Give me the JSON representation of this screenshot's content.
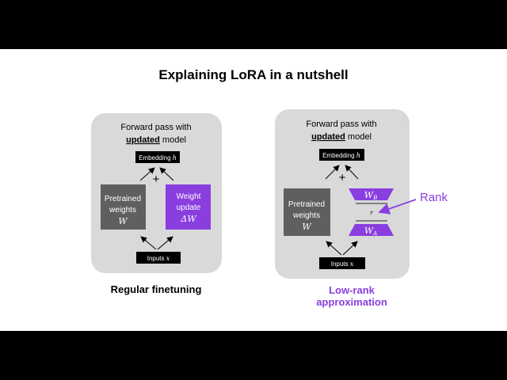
{
  "title": "Explaining LoRA in a nutshell",
  "colors": {
    "accent": "#8a3ee0",
    "panel": "#d9d9d9",
    "dark_box": "#5f5f5f"
  },
  "left": {
    "heading_line1": "Forward pass with",
    "heading_bold": "updated",
    "heading_rest": " model",
    "embedding": "Embedding ",
    "embedding_var": "h",
    "plus": "+",
    "pretrained_l1": "Pretrained",
    "pretrained_l2": "weights",
    "pretrained_var": "W",
    "update_l1": "Weight",
    "update_l2": "update",
    "update_var": "ΔW",
    "inputs": "Inputs ",
    "inputs_var": "x",
    "caption": "Regular finetuning"
  },
  "right": {
    "heading_line1": "Forward pass with",
    "heading_bold": "updated",
    "heading_rest": " model",
    "embedding": "Embedding ",
    "embedding_var": "h",
    "plus": "+",
    "pretrained_l1": "Pretrained",
    "pretrained_l2": "weights",
    "pretrained_var": "W",
    "wb": "W",
    "wb_sub": "B",
    "wa": "W",
    "wa_sub": "A",
    "r": "r",
    "rank_label": "Rank",
    "inputs": "Inputs ",
    "inputs_var": "x",
    "caption_l1": "Low-rank",
    "caption_l2": "approximation"
  }
}
